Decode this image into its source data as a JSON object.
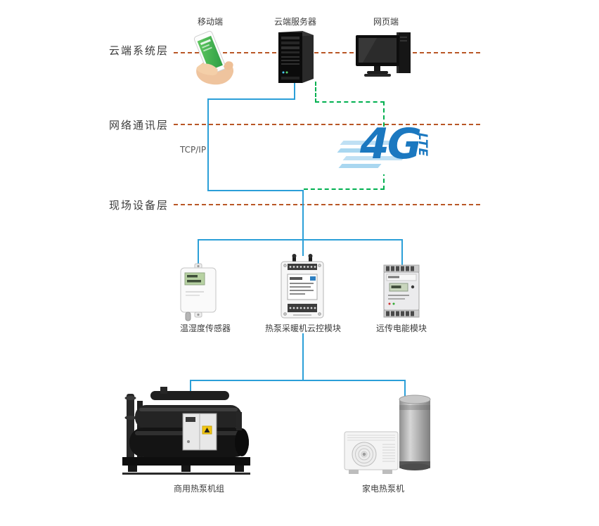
{
  "title": "heat-pump-cloud-architecture-diagram",
  "layers": [
    {
      "id": "cloud",
      "label": "云端系统层"
    },
    {
      "id": "network",
      "label": "网络通讯层"
    },
    {
      "id": "field",
      "label": "现场设备层"
    }
  ],
  "cloud_devices": [
    {
      "id": "mobile",
      "label": "移动端",
      "icon": "smartphone-in-hand-icon"
    },
    {
      "id": "server",
      "label": "云端服务器",
      "icon": "server-tower-icon"
    },
    {
      "id": "web",
      "label": "网页端",
      "icon": "desktop-computer-icon"
    }
  ],
  "network": {
    "protocol": "TCP/IP",
    "logo_main": "4G",
    "logo_sub": "LTE"
  },
  "field_modules": [
    {
      "id": "sensor",
      "label": "温湿度传感器",
      "icon": "temp-humidity-sensor-icon"
    },
    {
      "id": "controller",
      "label": "热泵采暖机云控模块",
      "icon": "cloud-control-module-icon"
    },
    {
      "id": "meter",
      "label": "远传电能模块",
      "icon": "energy-meter-module-icon"
    }
  ],
  "equipment": [
    {
      "id": "commercial",
      "label": "商用热泵机组",
      "icon": "commercial-heat-pump-icon"
    },
    {
      "id": "domestic",
      "label": "家电热泵机",
      "icon": "domestic-heat-pump-icon"
    }
  ],
  "colors": {
    "separator": "#b95726",
    "line-blue": "#2b9fd8",
    "line-green": "#00b050",
    "logo-blue": "#1b78c0",
    "logo-light": "#bfe0f4",
    "text": "#3c3c3c"
  }
}
